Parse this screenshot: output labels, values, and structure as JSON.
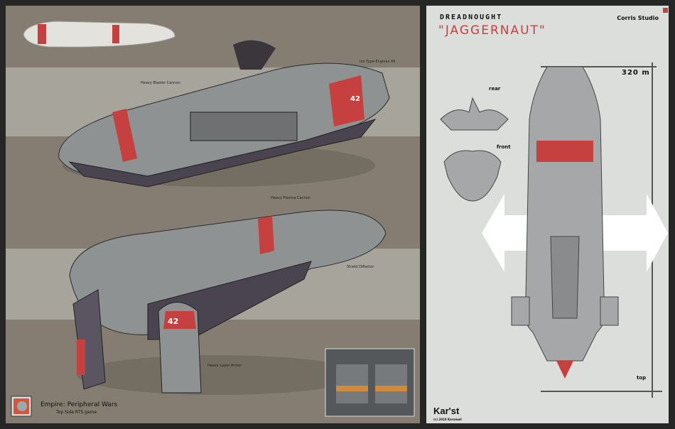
{
  "sheet": {
    "type_label": "DREADNOUGHT",
    "ship_name": "\"JAGGERNAUT\"",
    "studio": "Corris Studio",
    "length": "320 m",
    "views": {
      "rear": "rear",
      "front": "front",
      "top": "top"
    },
    "callouts": {
      "engines": "Ion Type Engines X6",
      "blaster": "Heavy Blaster Cannon",
      "plasma": "Heavy Plasma Cannon",
      "shield": "Shield Diflector",
      "armor": "Heavy Layer Armor"
    },
    "hull_number": "42",
    "game_title": "Empire: Peripheral Wars",
    "game_subtitle": "Top Side RTS game",
    "signature": "Kar'st",
    "copyright": "(c) 2010 Karsmail",
    "colors": {
      "accent": "#c5403f",
      "hull": "#8e9293",
      "panel_bg": "#857d71",
      "sheet_bg": "#dcdedc"
    }
  }
}
